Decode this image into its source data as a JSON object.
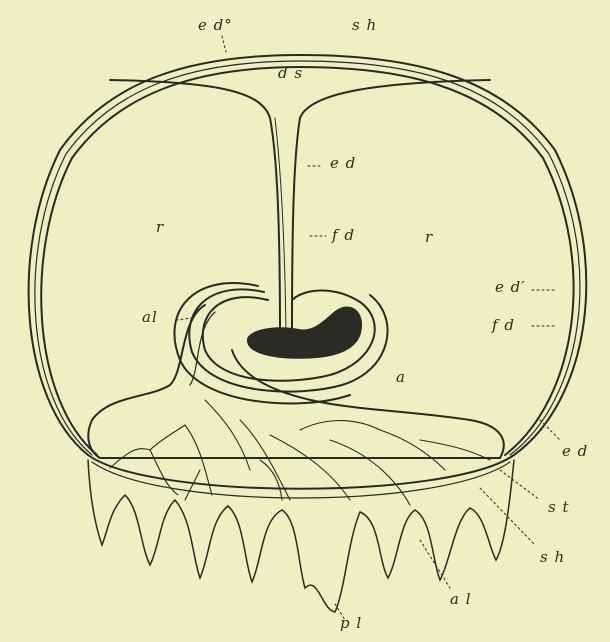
{
  "labels": {
    "ed_top": "e d°",
    "sh_top": "s h",
    "ds": "d s",
    "ed_stalk": "e d",
    "fd_stalk": "f d",
    "r_left": "r",
    "r_right": "r",
    "ed_prime": "e d′",
    "fd_right": "f d",
    "al_left": "al",
    "a": "a",
    "ed_lower": "e d",
    "st": "s t",
    "sh_lower": "s h",
    "al_bottom": "a l",
    "pl": "p l"
  },
  "colors": {
    "background": "#f0efc3",
    "ink": "#2a2a22",
    "dark_mass": "#2b2b26"
  }
}
